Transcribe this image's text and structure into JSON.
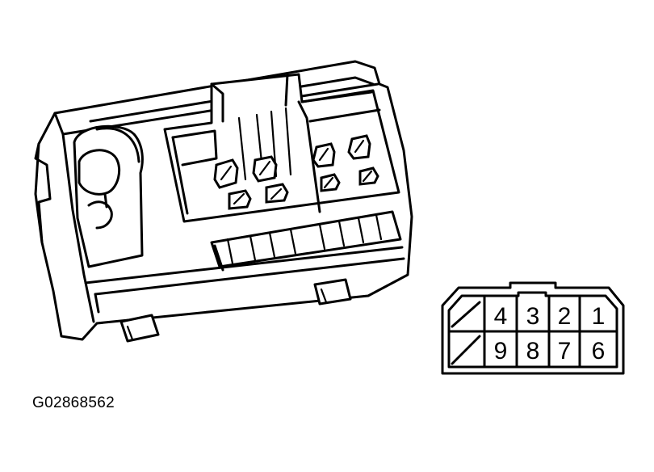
{
  "reference_code": "G02868562",
  "terminal_face": {
    "top_row": [
      "4",
      "3",
      "2",
      "1"
    ],
    "bottom_row": [
      "9",
      "8",
      "7",
      "6"
    ]
  }
}
